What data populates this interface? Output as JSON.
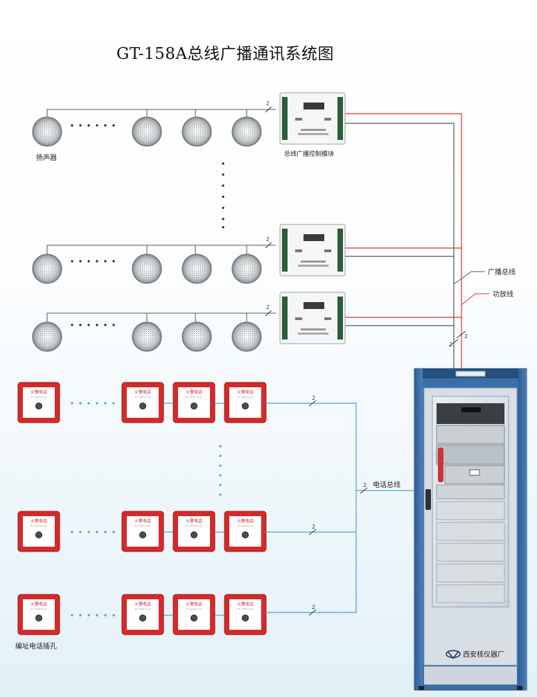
{
  "title": "GT-158A总线广播通讯系统图",
  "labels": {
    "speaker": "扬声器",
    "broadcast_module": "总线广播控制模块",
    "broadcast_bus": "广播总线",
    "power_amp_line": "功放线",
    "phone_bus": "电话总线",
    "phone_jack": "编址电话插孔",
    "manufacturer": "西安核仪器厂",
    "wire_count": "2"
  },
  "phone_jack_text": "火警电话",
  "phone_jack_subtext": "F i r e  P h o n e",
  "colors": {
    "bus_line": "#555555",
    "amp_line": "#e03030",
    "phone_line": "#4a9fd8",
    "jack_red": "#d42a2a"
  }
}
